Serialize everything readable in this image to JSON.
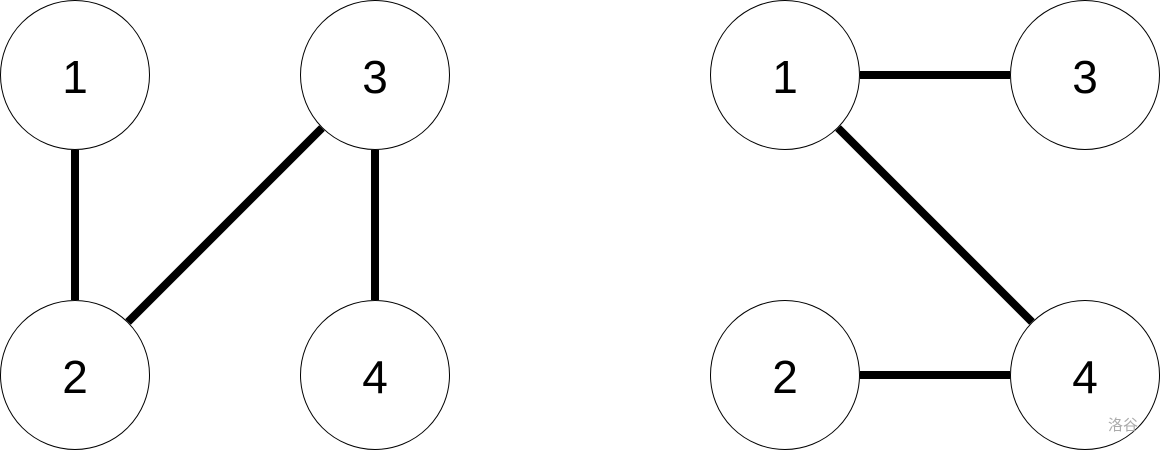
{
  "graphs": [
    {
      "nodes": [
        {
          "label": "1",
          "col": 0,
          "row": 0
        },
        {
          "label": "3",
          "col": 1,
          "row": 0
        },
        {
          "label": "2",
          "col": 0,
          "row": 1
        },
        {
          "label": "4",
          "col": 1,
          "row": 1
        }
      ],
      "edges": [
        [
          "1",
          "2"
        ],
        [
          "2",
          "3"
        ],
        [
          "3",
          "4"
        ]
      ]
    },
    {
      "nodes": [
        {
          "label": "1",
          "col": 0,
          "row": 0
        },
        {
          "label": "3",
          "col": 1,
          "row": 0
        },
        {
          "label": "2",
          "col": 0,
          "row": 1
        },
        {
          "label": "4",
          "col": 1,
          "row": 1
        }
      ],
      "edges": [
        [
          "1",
          "3"
        ],
        [
          "1",
          "4"
        ],
        [
          "2",
          "4"
        ]
      ]
    }
  ],
  "watermark": "洛谷"
}
